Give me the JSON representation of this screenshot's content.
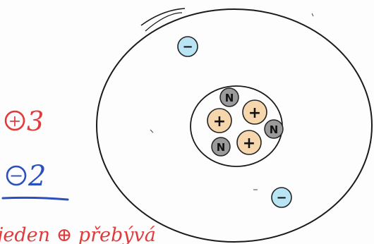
{
  "legend": {
    "proton_sign": "+",
    "proton_count": "3",
    "electron_sign": "−",
    "electron_count": "2",
    "bottom_note": "jeden ⊕ přebývá"
  },
  "nucleus": {
    "proton_label": "+",
    "neutron_label": "N"
  },
  "electron_label": "−",
  "colors": {
    "ink": "#1a1a1a",
    "red_ink": "#e23a3a",
    "blue_ink": "#2c4fc0",
    "proton_fill": "#f6d7ad",
    "neutron_fill": "#9a9a9a",
    "electron_fill": "#b9e4f3"
  }
}
